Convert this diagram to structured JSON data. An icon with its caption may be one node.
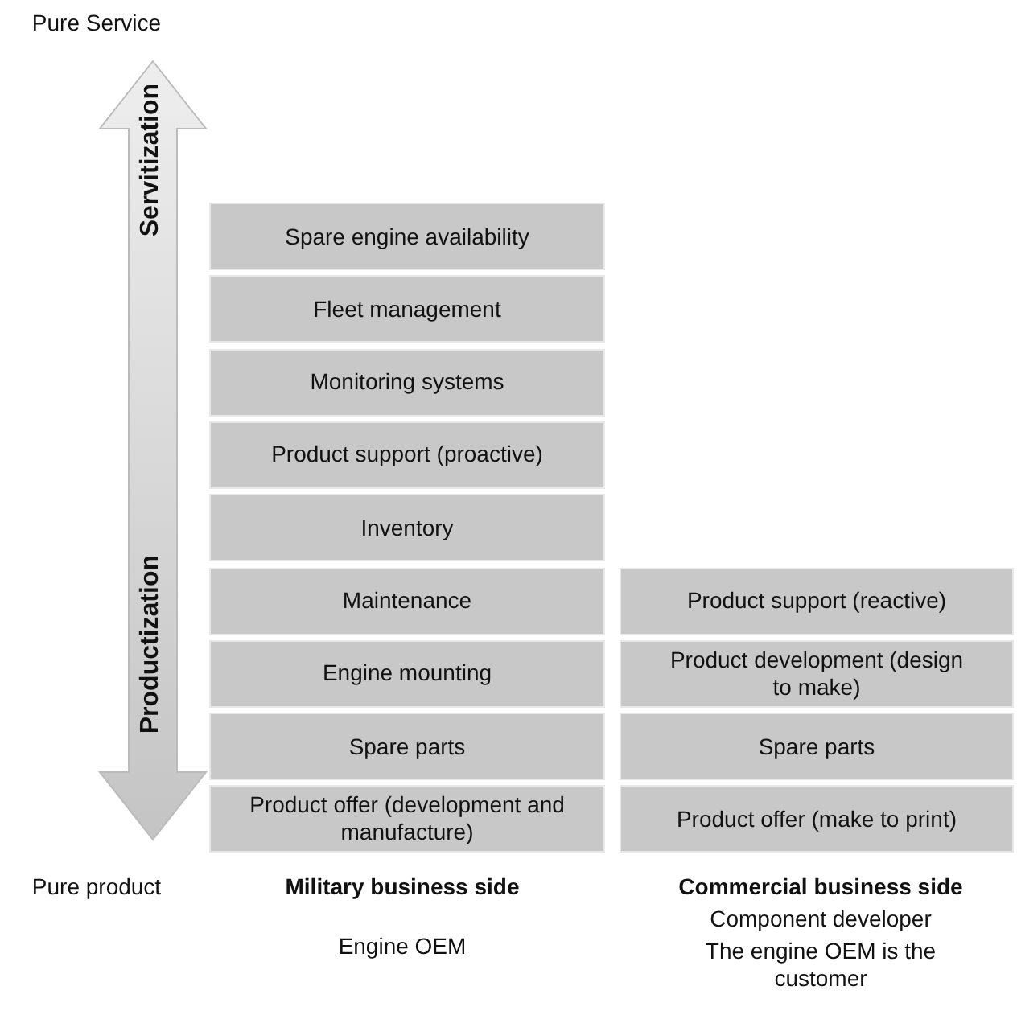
{
  "diagram": {
    "nodes": [
      {
        "text": [
          "Spare engine availability"
        ]
      },
      {
        "text": [
          "Fleet management"
        ]
      },
      {
        "text": [
          "Monitoring systems"
        ]
      },
      {
        "text": [
          "Product support (proactive)"
        ]
      },
      {
        "text": [
          "Inventory"
        ]
      },
      {
        "text": [
          "Maintenance"
        ]
      },
      {
        "text": [
          "Engine mounting"
        ]
      },
      {
        "text": [
          "Spare parts"
        ]
      },
      {
        "text": [
          "Product offer (development and manufacture)"
        ]
      },
      {
        "text": [
          "Product support (reactive)"
        ]
      },
      {
        "text": [
          "Product development (design to make)"
        ]
      },
      {
        "text": [
          "Spare parts"
        ]
      },
      {
        "text": [
          "Product offer (make to print)"
        ]
      }
    ],
    "edges": [],
    "labels": [
      "Pure Service",
      "Servitization",
      "Productization",
      "Pure product",
      "Military business side",
      "Engine OEM",
      "Commercial business side",
      "Component developer",
      "The engine OEM is the customer"
    ]
  }
}
